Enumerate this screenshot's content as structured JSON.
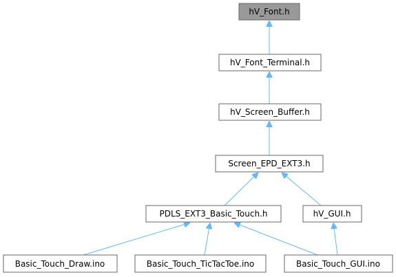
{
  "colors": {
    "edge": "#63b8ff",
    "node_border": "#666666",
    "node_fill": "#ffffff",
    "root_fill": "#999999",
    "text": "#000000"
  },
  "nodes": {
    "hv_font": "hV_Font.h",
    "hv_font_terminal": "hV_Font_Terminal.h",
    "hv_screen_buffer": "hV_Screen_Buffer.h",
    "screen_epd_ext3": "Screen_EPD_EXT3.h",
    "pdls_ext3_basic_touch": "PDLS_EXT3_Basic_Touch.h",
    "hv_gui": "hV_GUI.h",
    "basic_touch_draw": "Basic_Touch_Draw.ino",
    "basic_touch_tictactoe": "Basic_Touch_TicTacToe.ino",
    "basic_touch_gui": "Basic_Touch_GUI.ino"
  },
  "edges": [
    {
      "from": "hv_font_terminal",
      "to": "hv_font"
    },
    {
      "from": "hv_screen_buffer",
      "to": "hv_font_terminal"
    },
    {
      "from": "screen_epd_ext3",
      "to": "hv_screen_buffer"
    },
    {
      "from": "pdls_ext3_basic_touch",
      "to": "screen_epd_ext3"
    },
    {
      "from": "hv_gui",
      "to": "screen_epd_ext3"
    },
    {
      "from": "basic_touch_draw",
      "to": "pdls_ext3_basic_touch"
    },
    {
      "from": "basic_touch_tictactoe",
      "to": "pdls_ext3_basic_touch"
    },
    {
      "from": "basic_touch_gui",
      "to": "pdls_ext3_basic_touch"
    },
    {
      "from": "basic_touch_gui",
      "to": "hv_gui"
    }
  ]
}
